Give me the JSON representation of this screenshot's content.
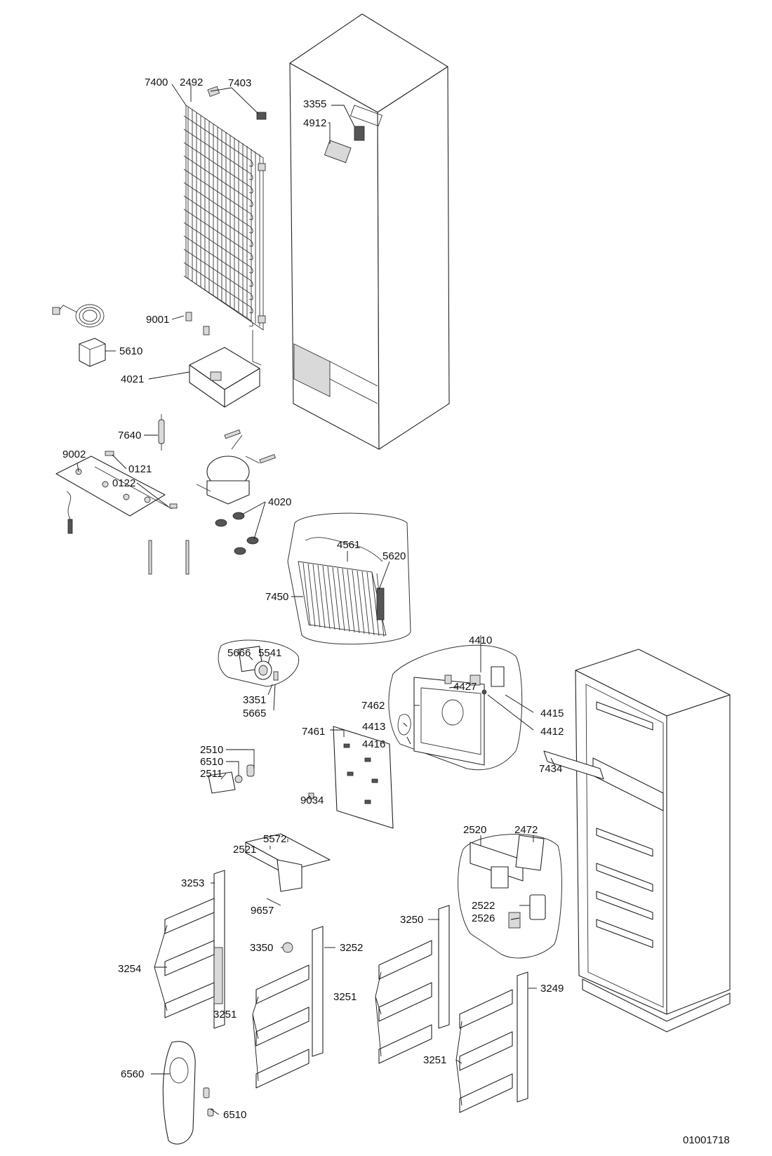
{
  "document_id": "01001718",
  "part_labels": {
    "p7400": "7400",
    "p2492": "2492",
    "p7403": "7403",
    "p3355": "3355",
    "p4912": "4912",
    "p9001": "9001",
    "p5610": "5610",
    "p4021": "4021",
    "p7640": "7640",
    "p9002": "9002",
    "p0121": "0121",
    "p0122": "0122",
    "p4020": "4020",
    "p4561": "4561",
    "p5620": "5620",
    "p7450": "7450",
    "p5666": "5666",
    "p5541": "5541",
    "p3351": "3351",
    "p5665": "5665",
    "p4410": "4410",
    "p4427": "4427",
    "p7462": "7462",
    "p4413": "4413",
    "p4416": "4416",
    "p4415": "4415",
    "p4412": "4412",
    "p7461": "7461",
    "p7434": "7434",
    "p2510": "2510",
    "p6510a": "6510",
    "p2511": "2511",
    "p9034": "9034",
    "p2521": "2521",
    "p5572": "5572",
    "p2520": "2520",
    "p2472": "2472",
    "p2522": "2522",
    "p2526": "2526",
    "p3253": "3253",
    "p9657": "9657",
    "p3350": "3350",
    "p3252": "3252",
    "p3254": "3254",
    "p3251a": "3251",
    "p3250": "3250",
    "p3251b": "3251",
    "p3249": "3249",
    "p3251c": "3251",
    "p6560": "6560",
    "p6510b": "6510"
  }
}
